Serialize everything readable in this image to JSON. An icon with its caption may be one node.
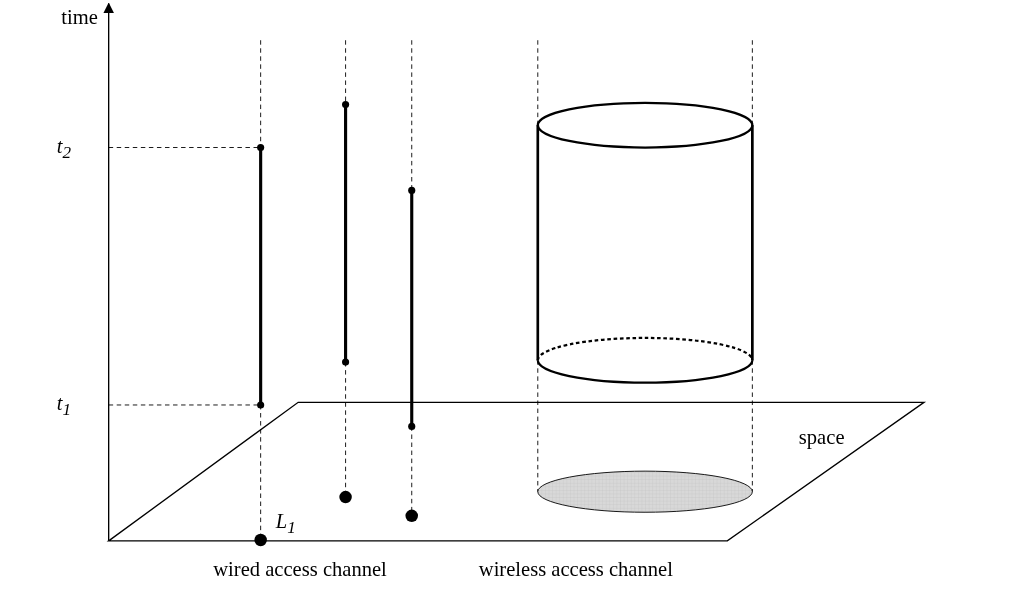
{
  "diagram": {
    "labels": [
      "time",
      "t$_{2}$",
      "t$_{1}$",
      "L$_{1}$",
      "wired access channel",
      "wireless access channel",
      "space"
    ]
  }
}
